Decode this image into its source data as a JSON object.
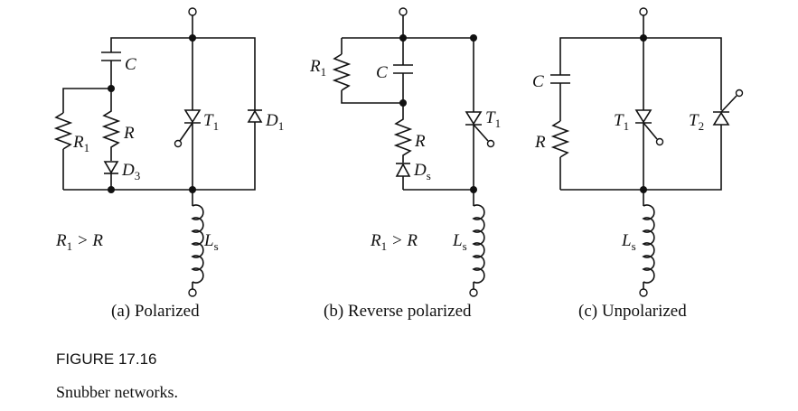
{
  "figure": {
    "label": "FIGURE 17.16",
    "caption": "Snubber networks."
  },
  "panels": {
    "a": {
      "caption": "(a) Polarized",
      "condition_lhs": "R",
      "condition_sub": "1",
      "condition_rest": " > R",
      "C": "C",
      "R1": "R",
      "R1_sub": "1",
      "R": "R",
      "D3": "D",
      "D3_sub": "3",
      "T1": "T",
      "T1_sub": "1",
      "D1": "D",
      "D1_sub": "1",
      "Ls": "L",
      "Ls_sub": "s"
    },
    "b": {
      "caption": "(b) Reverse polarized",
      "condition_lhs": "R",
      "condition_sub": "1",
      "condition_rest": " > R",
      "R1": "R",
      "R1_sub": "1",
      "C": "C",
      "R": "R",
      "Ds": "D",
      "Ds_sub": "s",
      "T1": "T",
      "T1_sub": "1",
      "Ls": "L",
      "Ls_sub": "s"
    },
    "c": {
      "caption": "(c) Unpolarized",
      "C": "C",
      "R": "R",
      "T1": "T",
      "T1_sub": "1",
      "T2": "T",
      "T2_sub": "2",
      "Ls": "L",
      "Ls_sub": "s"
    }
  }
}
